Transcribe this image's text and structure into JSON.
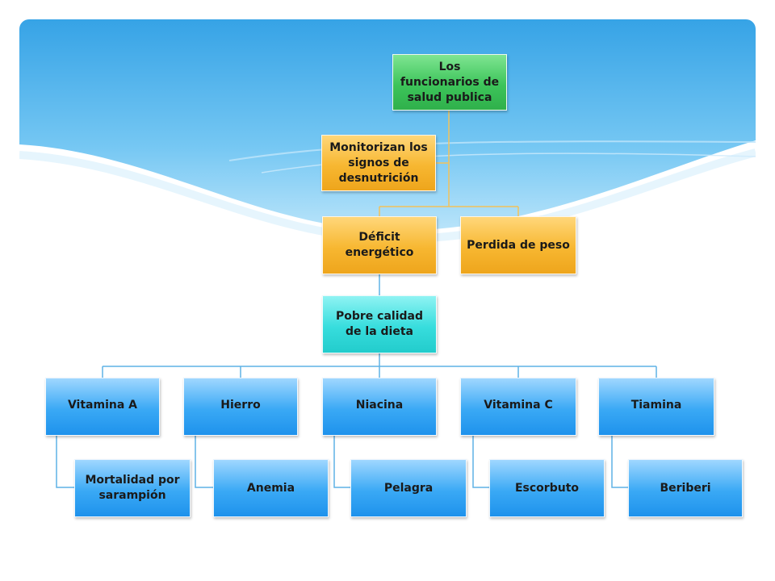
{
  "diagram": {
    "root": "Los funcionarios de salud publica",
    "assistant": "Monitorizan los signos de desnutrición",
    "level2": [
      "Déficit energético",
      "Perdida de peso"
    ],
    "level3": "Pobre calidad de la dieta",
    "nutrients": [
      {
        "name": "Vitamina A",
        "effect": "Mortalidad por sarampión"
      },
      {
        "name": "Hierro",
        "effect": "Anemia"
      },
      {
        "name": "Niacina",
        "effect": "Pelagra"
      },
      {
        "name": "Vitamina C",
        "effect": "Escorbuto"
      },
      {
        "name": "Tiamina",
        "effect": "Beriberi"
      }
    ]
  },
  "colors": {
    "root": "#3dc45a",
    "assistant": "#f7b731",
    "level2": "#f7b731",
    "level3": "#37dddd",
    "nutrients": "#3aa9f5",
    "connector_orange": "#f2c25a",
    "connector_blue": "#5fb2e6"
  }
}
